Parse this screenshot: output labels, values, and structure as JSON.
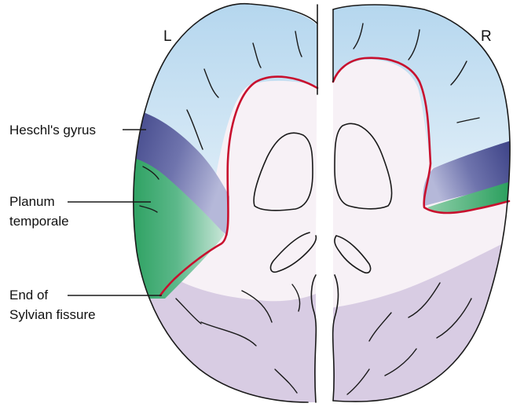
{
  "hemispheres": {
    "left_label": "L",
    "right_label": "R"
  },
  "labels": {
    "heschls_gyrus": "Heschl's gyrus",
    "planum_line1": "Planum",
    "planum_line2": "temporale",
    "end_line1": "End of",
    "end_line2": "Sylvian fissure"
  },
  "colors": {
    "heschls_gyrus": "#3b3f86",
    "planum_temporale": "#1f9a55",
    "frontal_region": "#b9d9ef",
    "occipital_region": "#d8cce3",
    "white_matter": "#f7f1f6",
    "sylvian_fissure_outline": "#c8102e"
  }
}
